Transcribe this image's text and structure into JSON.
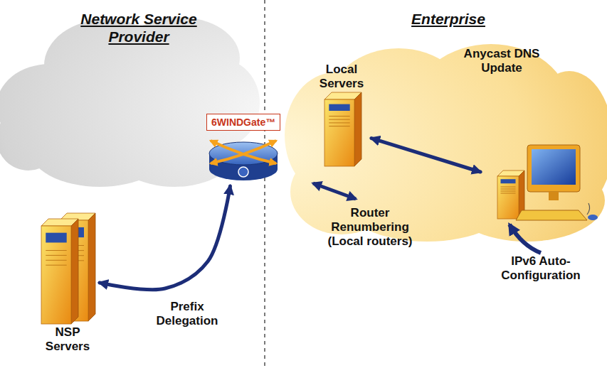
{
  "diagram": {
    "nodes": [
      {
        "text": [
          "NSP Servers"
        ]
      },
      {
        "text": [
          "6WINDGate™"
        ]
      },
      {
        "text": [
          "Local Servers"
        ]
      },
      {
        "text": [
          "IPv6 Auto-Configuration"
        ]
      }
    ],
    "edges": [
      {
        "from": 0,
        "to": 1,
        "label": "Prefix Delegation",
        "arrow": "both"
      },
      {
        "from": 2,
        "to": 3,
        "label": "Anycast DNS Update",
        "arrow": "both"
      }
    ],
    "labels": [
      "Network Service Provider",
      "Enterprise",
      "Router Renumbering (Local routers)"
    ]
  }
}
